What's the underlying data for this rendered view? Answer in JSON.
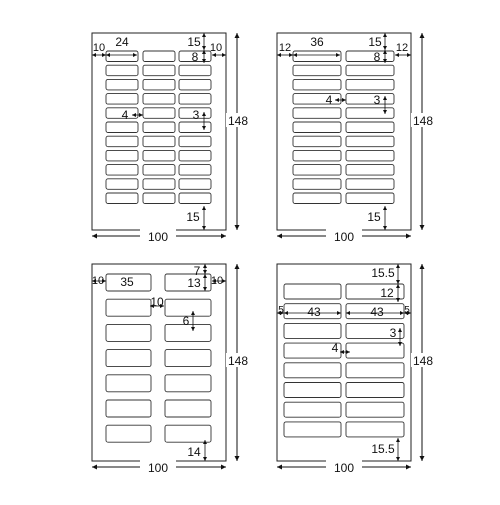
{
  "sheets": [
    {
      "id": "a",
      "sheet_width": "100",
      "sheet_height": "148",
      "label_width": "24",
      "left_margin": "10",
      "right_margin": "10",
      "top_margin": "15",
      "label_height": "8",
      "horizontal_gap": "4",
      "vertical_gap": "3",
      "bottom_margin": "15"
    },
    {
      "id": "b",
      "sheet_width": "100",
      "sheet_height": "148",
      "label_width": "36",
      "left_margin": "12",
      "right_margin": "12",
      "top_margin": "15",
      "label_height": "8",
      "horizontal_gap": "4",
      "vertical_gap": "3",
      "bottom_margin": "15"
    },
    {
      "id": "c",
      "sheet_width": "100",
      "sheet_height": "148",
      "label_width": "35",
      "left_margin": "10",
      "right_margin": "10",
      "top_margin": "7",
      "label_height": "13",
      "horizontal_gap": "10",
      "vertical_gap": "6",
      "bottom_margin": "14"
    },
    {
      "id": "d",
      "sheet_width": "100",
      "sheet_height": "148",
      "label_width": "43",
      "label_width_right": "43",
      "left_margin": "5",
      "right_margin": "5",
      "top_margin": "15.5",
      "label_height": "12",
      "horizontal_gap": "4",
      "vertical_gap": "3",
      "bottom_margin": "15.5"
    }
  ]
}
